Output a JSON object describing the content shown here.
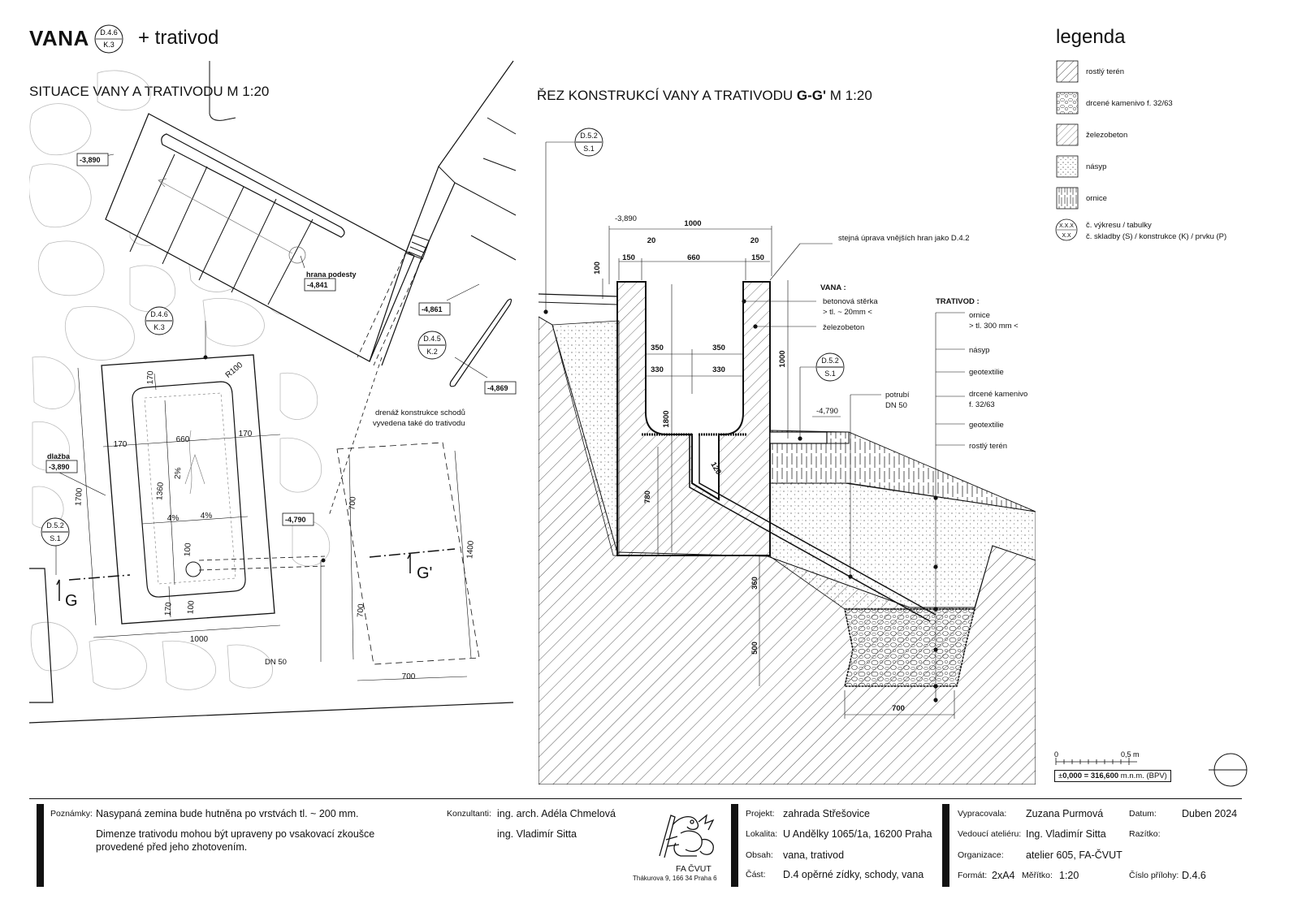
{
  "header": {
    "title": "VANA",
    "title_ref_top": "D.4.6",
    "title_ref_bottom": "K.3",
    "title_suffix": "+ trativod"
  },
  "plan": {
    "title": "SITUACE VANY A TRATIVODU  M 1:20",
    "levels": [
      "-3,890",
      "-4,841",
      "-4,861",
      "-4,869",
      "-3,890",
      "-4,790"
    ],
    "hrana_podesty": "hrana podesty",
    "dlazba": "dlažba",
    "drainage_note_1": "drenáž konstrukce schodů",
    "drainage_note_2": "vyvedena také do trativodu",
    "ref_1_top": "D.4.6",
    "ref_1_bottom": "K.3",
    "ref_2_top": "D.4.5",
    "ref_2_bottom": "K.2",
    "ref_3_top": "D.5.2",
    "ref_3_bottom": "S.1",
    "dims": {
      "d170_top": "170",
      "r100": "R100",
      "d170_left": "170",
      "d660": "660",
      "d170_right": "170",
      "d1700": "1700",
      "d1360": "1360",
      "slope_2": "2%",
      "slope_4a": "4%",
      "slope_4b": "4%",
      "d100": "100",
      "d170_bottom": "170",
      "d100_bottom": "100",
      "d1000": "1000",
      "d700_a": "700",
      "d700_b": "700",
      "d1400": "1400",
      "d700_c": "700"
    },
    "dn50": "DN 50",
    "section_g": "G",
    "section_g2": "G'"
  },
  "section": {
    "title_pre": "ŘEZ KONSTRUKCÍ VANY A TRATIVODU ",
    "title_bold": "G-G'",
    "title_post": "  M 1:20",
    "ref_1_top": "D.5.2",
    "ref_1_bottom": "S.1",
    "ref_2_top": "D.5.2",
    "ref_2_bottom": "S.1",
    "level_top": "-3,890",
    "level_right": "-4,790",
    "dims": {
      "d1000": "1000",
      "d20a": "20",
      "d20b": "20",
      "d150a": "150",
      "d660": "660",
      "d150b": "150",
      "d100": "100",
      "d1000v": "1000",
      "d350a": "350",
      "d350b": "350",
      "d330a": "330",
      "d330b": "330",
      "d1800": "1800",
      "d780": "780",
      "d120": "120",
      "d360": "360",
      "d500": "500",
      "d700": "700"
    },
    "stejna": "stejná úprava vnějších hran jako D.4.2",
    "vana_head": "VANA :",
    "vana_1": "betonová stěrka",
    "vana_2": "> tl. ~ 20mm <",
    "vana_3": "železobeton",
    "potrubi_1": "potrubí",
    "potrubi_2": "DN 50",
    "trativod_head": "TRATIVOD :",
    "tr_1": "ornice",
    "tr_2": "> tl. 300 mm <",
    "tr_3": "násyp",
    "tr_4": "geotextilie",
    "tr_5": "drcené kamenivo",
    "tr_6": "f. 32/63",
    "tr_7": "geotextilie",
    "tr_8": "rostlý terén"
  },
  "legend": {
    "title": "legenda",
    "items": [
      {
        "label": "rostlý terén"
      },
      {
        "label": "drcené kamenivo f. 32/63"
      },
      {
        "label": "železobeton"
      },
      {
        "label": "násyp"
      },
      {
        "label": "ornice"
      }
    ],
    "ref_symbol_top": "X.X.X",
    "ref_symbol_bottom": "X.X",
    "ref_line_1": "č. výkresu / tabulky",
    "ref_line_2": "č. skladby (S) / konstrukce (K) / prvku (P)"
  },
  "scale": {
    "zero": "0",
    "half": "0,5 m",
    "datum_pre": "±",
    "datum_bold": "0,000 = 316,600",
    "datum_post": " m.n.m. (BPV)"
  },
  "titleblock": {
    "poznamky_label": "Poznámky:",
    "poznamka_1": "Nasypaná zemina bude hutněna po vrstvách tl. ~ 200 mm.",
    "poznamka_2": "Dimenze trativodu mohou být upraveny po vsakovací zkoušce",
    "poznamka_3": "provedené před jeho zhotovením.",
    "konzultanti_label": "Konzultanti:",
    "konzultant_1": "ing. arch. Adéla Chmelová",
    "konzultant_2": "ing. Vladimír Sitta",
    "school_name": "FA ČVUT",
    "school_address": "Thákurova 9, 166 34 Praha 6",
    "projekt_label": "Projekt:",
    "projekt": "zahrada Střešovice",
    "lokalita_label": "Lokalita:",
    "lokalita": "U Andělky 1065/1a, 16200 Praha",
    "obsah_label": "Obsah:",
    "obsah": "vana, trativod",
    "cast_label": "Část:",
    "cast": "D.4 opěrné zídky, schody, vana",
    "vypracovala_label": "Vypracovala:",
    "vypracovala": "Zuzana Purmová",
    "datum_label": "Datum:",
    "datum": "Duben 2024",
    "vedouci_label": "Vedoucí ateliéru:",
    "vedouci": "Ing. Vladimír Sitta",
    "razitko_label": "Razítko:",
    "organizace_label": "Organizace:",
    "organizace": "atelier 605, FA-ČVUT",
    "format_label": "Formát:",
    "format": "2xA4",
    "meritko_label": "Měřítko:",
    "meritko": "1:20",
    "cislo_label": "Číslo přílohy:",
    "cislo": "D.4.6"
  }
}
